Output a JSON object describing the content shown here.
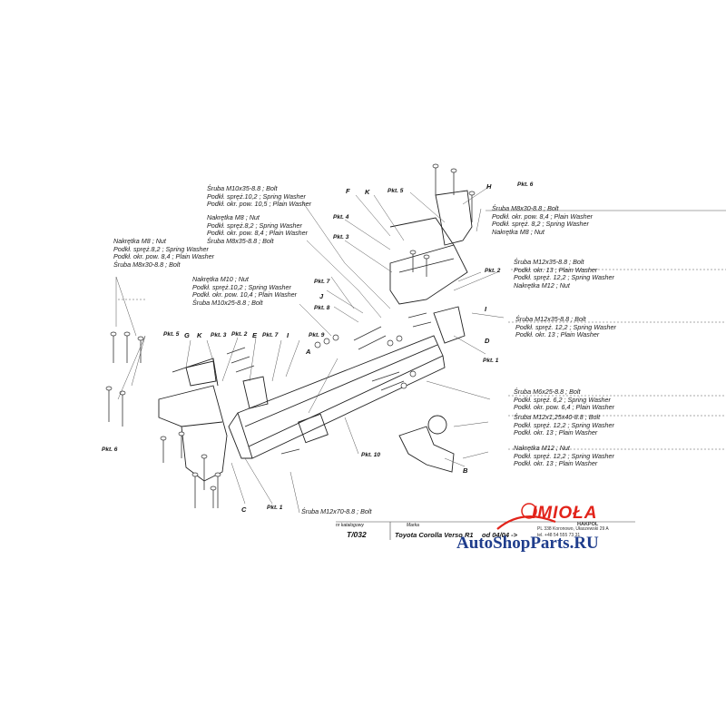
{
  "diagram": {
    "labels_top_center": [
      {
        "line": "Śruba M10x35-8.8 ;  Bolt"
      },
      {
        "line": "Podkł. spręż.10,2 ;  Spring Washer"
      },
      {
        "line": "Podkł. okr. pow. 10,5 ;  Plain Washer"
      }
    ],
    "labels_mid_center": [
      {
        "line": "Nakrętka  M8 ;  Nut"
      },
      {
        "line": "Podkł. spręż.8,2 ;  Spring Washer"
      },
      {
        "line": "Podkł. okr. pow. 8,4 ;  Plain Washer"
      },
      {
        "line": "Śruba M8x35-8.8 ;  Bolt"
      }
    ],
    "labels_left": [
      {
        "line": "Nakrętka  M8 ;  Nut"
      },
      {
        "line": "Podkł. spręż.8,2 ;  Spring Washer"
      },
      {
        "line": "Podkł. okr. pow. 8,4 ;  Plain Washer"
      },
      {
        "line": "Śruba M8x30-8.8 ;  Bolt"
      }
    ],
    "labels_center_m10": [
      {
        "line": "Nakrętka  M10 ;  Nut"
      },
      {
        "line": "Podkł. spręż.10,2 ;  Spring Washer"
      },
      {
        "line": "Podkł. okr. pow. 10,4 ;  Plain Washer"
      },
      {
        "line": "Śruba M10x25-8.8 ;  Bolt"
      }
    ],
    "labels_right_top": [
      {
        "line": "Śruba M8x30-8.8 ;  Bolt"
      },
      {
        "line": "Podkł. okr. pow. 8,4 ;  Plain Washer"
      },
      {
        "line": "Podkł. spręż. 8,2 ;  Spring Washer"
      },
      {
        "line": "Nakrętka  M8 ;  Nut"
      }
    ],
    "labels_right_m12a": [
      {
        "line": "Śruba M12x35-8.8 ;  Bolt"
      },
      {
        "line": "Podkł. okr. 13 ;  Plain Washer"
      },
      {
        "line": "Podkł. spręż. 12,2 ;  Spring Washer"
      },
      {
        "line": "Nakrętka  M12 ;  Nut"
      }
    ],
    "labels_right_m12b": [
      {
        "line": "Śruba M12x35-8.8 ;  Bolt"
      },
      {
        "line": "Podkł. spręż. 12,2 ;  Spring Washer"
      },
      {
        "line": "Podkł. okr. 13 ;  Plain Washer"
      }
    ],
    "labels_right_m6": [
      {
        "line": "Śruba M6x25-8.8 ;  Bolt"
      },
      {
        "line": "Podkł. spręż. 6,2 ;  Spring Washer"
      },
      {
        "line": "Podkł. okr. pow. 6,4 ;  Plain Washer"
      }
    ],
    "labels_right_m12c": [
      {
        "line": "Śruba M12x1,25x40-8.8 ;  Bolt"
      },
      {
        "line": "Podkł. spręż. 12,2 ;  Spring Washer"
      },
      {
        "line": "Podkł. okr. 13 ;  Plain Washer"
      }
    ],
    "labels_right_m12d": [
      {
        "line": "Nakrętka  M12 ;  Nut"
      },
      {
        "line": "Podkł. spręż. 12,2 ;  Spring Washer"
      },
      {
        "line": "Podkł. okr. 13 ;  Plain Washer"
      }
    ],
    "label_bottom_bolt": "Śruba M12x70-8.8 ;  Bolt",
    "pkt": {
      "p5_top": "Pkt. 5",
      "p6_top": "Pkt. 6",
      "p4": "Pkt. 4",
      "p3": "Pkt. 3",
      "p2": "Pkt. 2",
      "p7": "Pkt. 7",
      "p8": "Pkt. 8",
      "p1_right": "Pkt. 1",
      "p5_left": "Pkt. 5",
      "p3_left": "Pkt. 3",
      "p2_left": "Pkt. 2",
      "p7_left": "Pkt. 7",
      "p9": "Pkt. 9",
      "p6_left": "Pkt. 6",
      "p10": "Pkt. 10",
      "p1_bottom": "Pkt. 1"
    },
    "letters": {
      "F": "F",
      "K": "K",
      "H": "H",
      "J": "J",
      "I_top": "I",
      "D": "D",
      "G": "G",
      "K2": "K",
      "E": "E",
      "I2": "I",
      "A": "A",
      "B": "B",
      "C": "C"
    }
  },
  "title_block": {
    "nr_label": "nr katalogowy",
    "marka_label": "Marka",
    "catalog_no": "T/032",
    "model": "Toyota Corolla Verso R1",
    "date": "od  04/04 ->",
    "brand_logo": "IMIOŁA",
    "brand_sub": "HAKPOL",
    "address1": "PL 338 Koronowo, Ułaszewski 29 A",
    "address2": "tel. +48 54 555 73 31",
    "watermark": "AutoShopParts.RU"
  }
}
